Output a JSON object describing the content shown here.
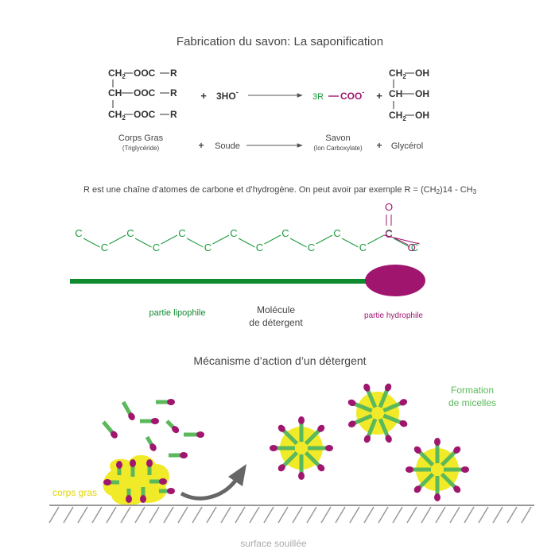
{
  "title": "Fabrication du savon: La saponification",
  "reaction": {
    "triglyceride": {
      "row1": {
        "left": "CH",
        "sub": "2",
        "right": "OOC",
        "r": "R"
      },
      "row2": {
        "left": "CH",
        "right": "OOC",
        "r": "R"
      },
      "row3": {
        "left": "CH",
        "sub": "2",
        "right": "OOC",
        "r": "R"
      }
    },
    "plus1": "+",
    "reagent": {
      "coef": "3HO",
      "charge": "-"
    },
    "product": {
      "coef": "3R",
      "group": "COO",
      "charge": "-"
    },
    "plus2": "+",
    "glycerol": {
      "row1": {
        "left": "CH",
        "sub": "2",
        "right": "OH"
      },
      "row2": {
        "left": "CH",
        "right": "OH"
      },
      "row3": {
        "left": "CH",
        "sub": "2",
        "right": "OH"
      }
    },
    "names": {
      "corps_gras": "Corps Gras",
      "triglyceride": "(Triglycéride)",
      "plus_a": "+",
      "soude": "Soude",
      "savon": "Savon",
      "ion": "(Ion Carboxylate)",
      "plus_b": "+",
      "glycerol": "Glycérol"
    }
  },
  "r_note": {
    "text": "R est une chaîne d’atomes de carbone et d’hydrogène. On peut avoir par exemple R = (CH",
    "sub1": "2",
    "mid": ")14 - CH",
    "sub2": "3"
  },
  "molecule": {
    "carbon_label": "C",
    "oxygen_label": "O",
    "oxygen_charge": "-",
    "carbons_count": 14,
    "lipophile": "partie lipophile",
    "label_line1": "Molécule",
    "label_line2": "de détergent",
    "hydrophile": "partie hydrophile"
  },
  "mechanism": {
    "title": "Mécanisme d’action d’un détergent",
    "micelles_line1": "Formation",
    "micelles_line2": "de micelles",
    "corps_gras": "corps gras",
    "surface": "surface souillée"
  },
  "colors": {
    "green": "#1a9a3c",
    "green_dark": "#0f8a2e",
    "green_light": "#5bb85b",
    "magenta": "#a0166f",
    "yellow": "#f0ea28",
    "yellow_text": "#e2d400",
    "grey": "#888888",
    "text": "#444444"
  }
}
